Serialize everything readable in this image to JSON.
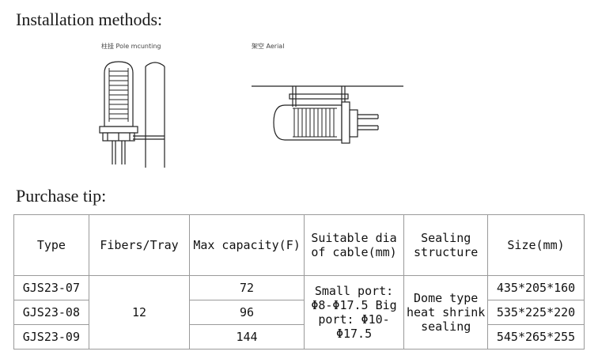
{
  "headings": {
    "installation": "Installation methods:",
    "purchase": "Purchase tip:"
  },
  "figures": {
    "pole_caption": "柱挂 Pole mcunting",
    "aerial_caption": "架空 Aerial"
  },
  "table": {
    "headers": {
      "type": "Type",
      "fibers": "Fibers/Tray",
      "capacity": "Max capacity(F)",
      "dia": "Suitable dia of cable(mm)",
      "sealing": "Sealing structure",
      "size": "Size(mm)"
    },
    "fibers_per_tray": "12",
    "dia_text": "Small port: Φ8-Φ17.5 Big port: Φ10-Φ17.5",
    "sealing_text": "Dome type heat shrink sealing",
    "rows": [
      {
        "type": "GJS23-07",
        "capacity": "72",
        "size": "435*205*160"
      },
      {
        "type": "GJS23-08",
        "capacity": "96",
        "size": "535*225*220"
      },
      {
        "type": "GJS23-09",
        "capacity": "144",
        "size": "545*265*255"
      }
    ]
  }
}
